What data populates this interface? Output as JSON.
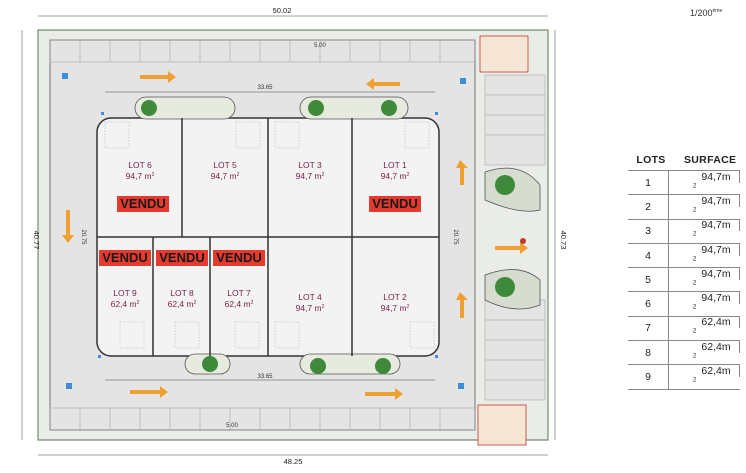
{
  "scale": "1/200",
  "scale_suffix": "ème",
  "dimensions": {
    "top_width": "50.02",
    "bottom_width": "48.25",
    "left_height": "40.77",
    "right_height": "40.73",
    "road_top": "33.65",
    "road_bottom": "33.65",
    "parking_top": "5.00",
    "parking_bottom": "5.00",
    "side_left": "20.75",
    "side_right": "20.75"
  },
  "lots": [
    {
      "name": "LOT 6",
      "area": "94,7 m",
      "sold": true
    },
    {
      "name": "LOT 5",
      "area": "94,7 m",
      "sold": false
    },
    {
      "name": "LOT 3",
      "area": "94,7 m",
      "sold": false
    },
    {
      "name": "LOT 1",
      "area": "94,7 m",
      "sold": true
    },
    {
      "name": "LOT 9",
      "area": "62,4 m",
      "sold": true
    },
    {
      "name": "LOT 8",
      "area": "62,4 m",
      "sold": true
    },
    {
      "name": "LOT 7",
      "area": "62,4 m",
      "sold": true
    },
    {
      "name": "LOT 4",
      "area": "94,7 m",
      "sold": false
    },
    {
      "name": "LOT 2",
      "area": "94,7 m",
      "sold": false
    }
  ],
  "sold_label": "VENDU",
  "area_unit_exp": "2",
  "table": {
    "col_lots": "LOTS",
    "col_surface": "SURFACE",
    "rows": [
      {
        "lot": "1",
        "surface": "94,7m"
      },
      {
        "lot": "2",
        "surface": "94,7m"
      },
      {
        "lot": "3",
        "surface": "94,7m"
      },
      {
        "lot": "4",
        "surface": "94,7m"
      },
      {
        "lot": "5",
        "surface": "94,7m"
      },
      {
        "lot": "6",
        "surface": "94,7m"
      },
      {
        "lot": "7",
        "surface": "62,4m"
      },
      {
        "lot": "8",
        "surface": "62,4m"
      },
      {
        "lot": "9",
        "surface": "62,4m"
      }
    ]
  }
}
